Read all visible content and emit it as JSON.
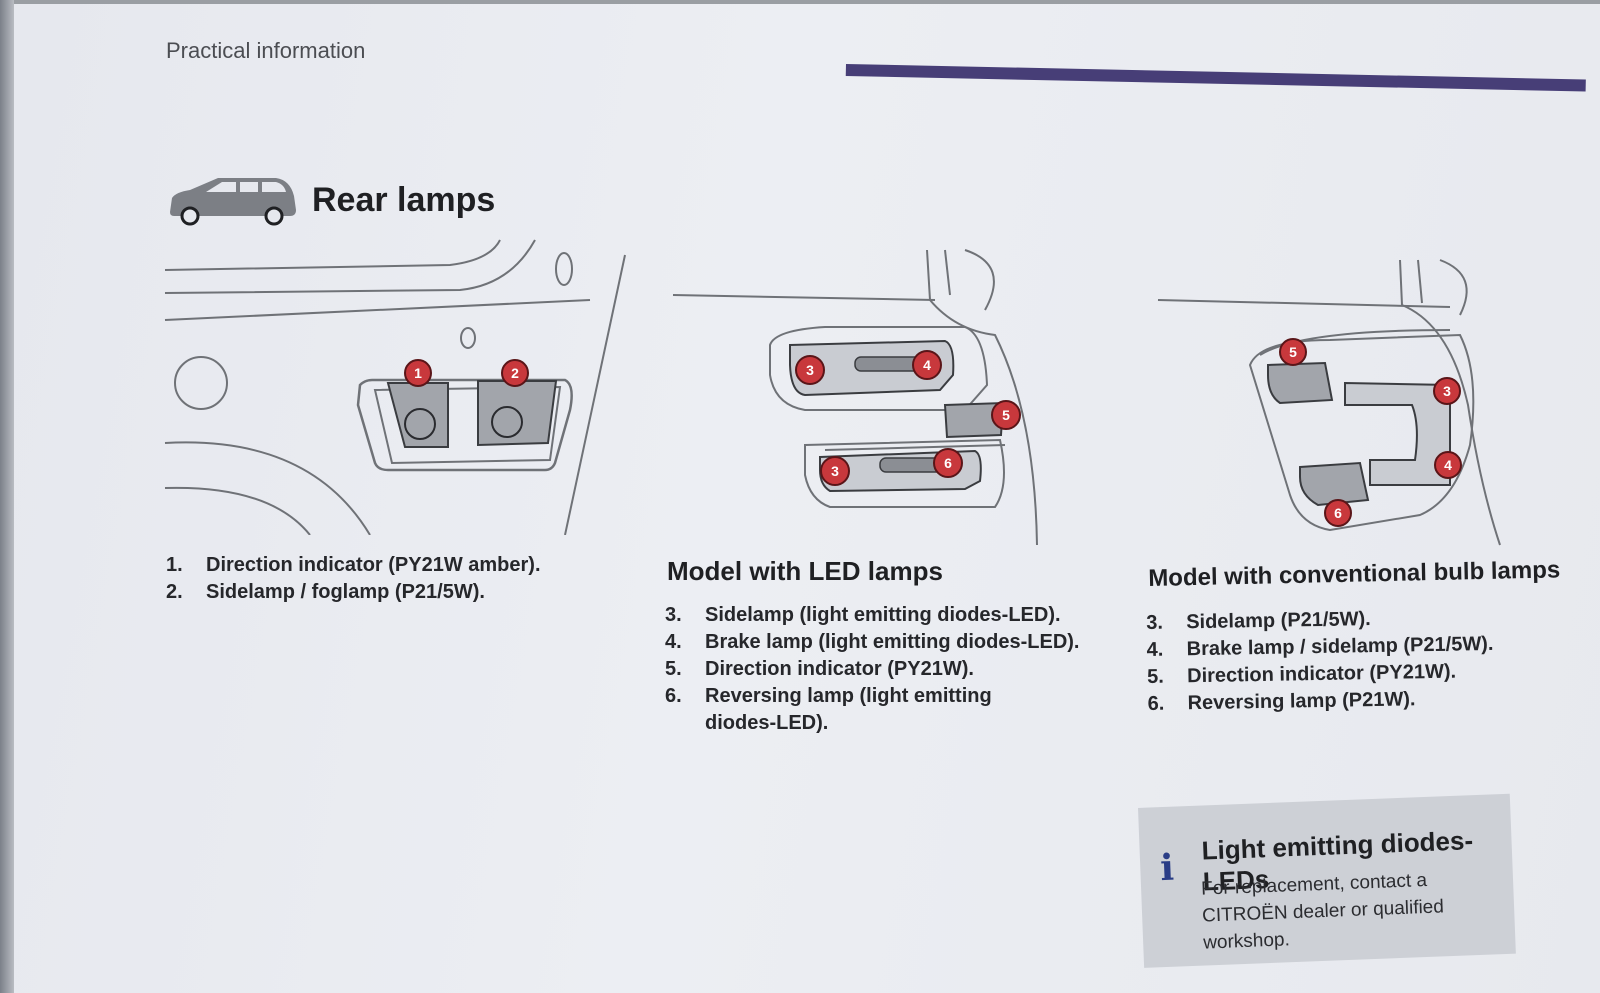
{
  "header": {
    "text": "Practical information",
    "bar_color": "#473e77"
  },
  "section": {
    "title": "Rear lamps",
    "icon": "car-icon"
  },
  "diagrams": {
    "left_markers": [
      "1",
      "2"
    ],
    "led_markers": [
      "3",
      "4",
      "5",
      "6"
    ],
    "bulb_markers": [
      "5",
      "3",
      "4",
      "6"
    ],
    "marker_color": "#c8383c"
  },
  "left_list": [
    {
      "num": "1.",
      "text": "Direction indicator (PY21W amber)."
    },
    {
      "num": "2.",
      "text": "Sidelamp / foglamp (P21/5W)."
    }
  ],
  "led": {
    "title": "Model with LED lamps",
    "items": [
      {
        "num": "3.",
        "text": "Sidelamp (light emitting diodes-LED)."
      },
      {
        "num": "4.",
        "text": "Brake lamp (light emitting diodes-LED)."
      },
      {
        "num": "5.",
        "text": "Direction indicator (PY21W)."
      },
      {
        "num": "6.",
        "text": "Reversing lamp (light emitting diodes-LED)."
      }
    ]
  },
  "bulb": {
    "title": "Model with conventional bulb lamps",
    "items": [
      {
        "num": "3.",
        "text": "Sidelamp (P21/5W)."
      },
      {
        "num": "4.",
        "text": "Brake lamp / sidelamp (P21/5W)."
      },
      {
        "num": "5.",
        "text": "Direction indicator (PY21W)."
      },
      {
        "num": "6.",
        "text": "Reversing lamp (P21W)."
      }
    ]
  },
  "info": {
    "icon": "info-icon",
    "title": "Light emitting diodes-LEDs",
    "text": "For replacement, contact a CITROËN dealer or qualified workshop."
  }
}
